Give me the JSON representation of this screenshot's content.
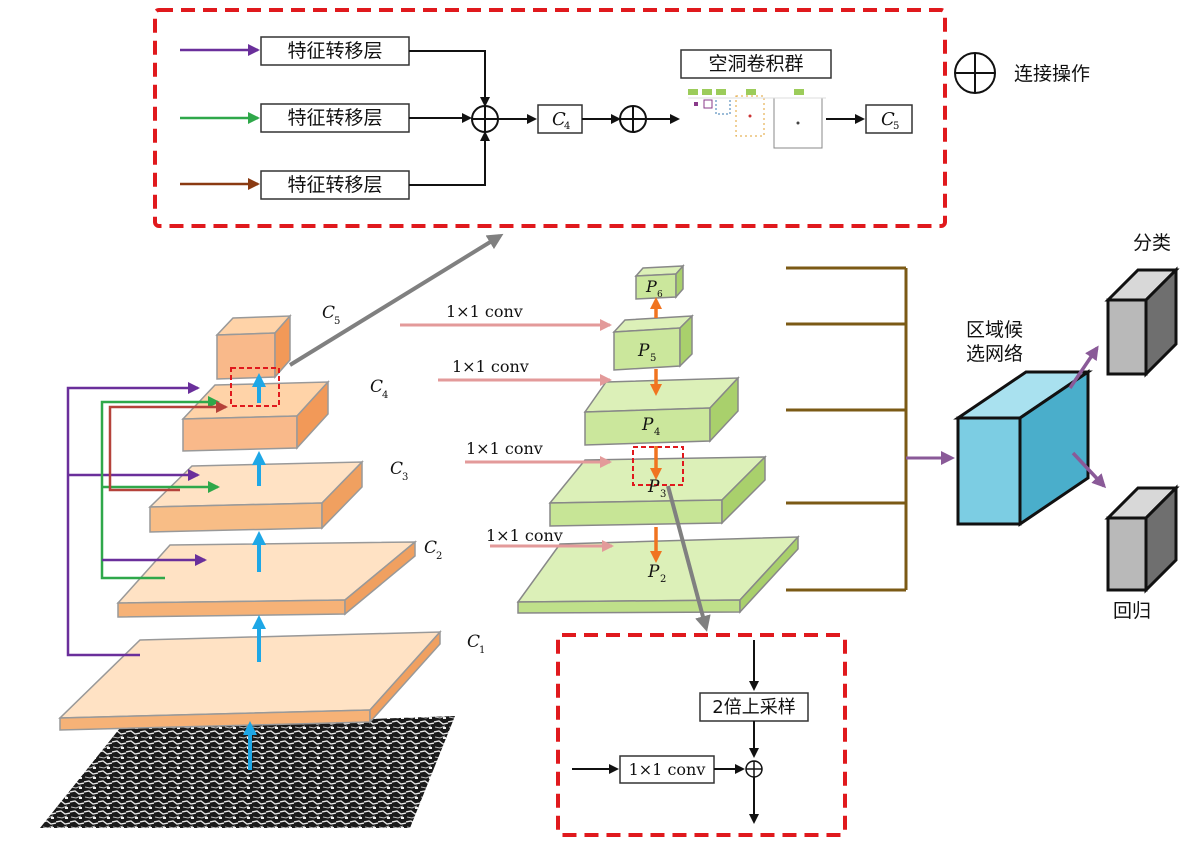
{
  "feature_transfer": {
    "rows": [
      {
        "label": "特征转移层",
        "arrow_color": "#6a2f9b"
      },
      {
        "label": "特征转移层",
        "arrow_color": "#2fa84a"
      },
      {
        "label": "特征转移层",
        "arrow_color": "#8a3a12"
      }
    ],
    "c4_label": "C",
    "c4_sub": "4",
    "dilated_label": "空洞卷积群",
    "c5_label": "C",
    "c5_sub": "5"
  },
  "legend": {
    "concat_label": "连接操作"
  },
  "backbone": {
    "labels": [
      {
        "main": "C",
        "sub": "5"
      },
      {
        "main": "C",
        "sub": "4"
      },
      {
        "main": "C",
        "sub": "3"
      },
      {
        "main": "C",
        "sub": "2"
      },
      {
        "main": "C",
        "sub": "1"
      }
    ]
  },
  "fpn": {
    "conv_labels": [
      "1×1 conv",
      "1×1 conv",
      "1×1 conv",
      "1×1 conv"
    ],
    "p_labels": [
      {
        "main": "P",
        "sub": "6"
      },
      {
        "main": "P",
        "sub": "5"
      },
      {
        "main": "P",
        "sub": "4"
      },
      {
        "main": "P",
        "sub": "3"
      },
      {
        "main": "P",
        "sub": "2"
      }
    ]
  },
  "rpn": {
    "line1": "区域候",
    "line2": "选网络"
  },
  "heads": {
    "classify": "分类",
    "regress": "回归"
  },
  "upsample_box": {
    "upsample_label": "2倍上采样",
    "conv_label": "1×1 conv"
  },
  "colors": {
    "dashed_border": "#e0191d",
    "orange_top": "#ffd0a0",
    "orange_front": "#f8b57a",
    "orange_side": "#f09a55",
    "green_top": "#dcf0b8",
    "green_front": "#cbe79c",
    "green_side": "#a9d06c",
    "blue_front": "#7ccde3",
    "blue_side": "#4aaecb",
    "blue_top": "#a9e1ef",
    "gray_front": "#b9b9b9",
    "gray_side": "#6f6f6f",
    "gray_top": "#d8d8d8",
    "brown_line": "#7b5a15",
    "purple": "#6a2f9b",
    "green": "#2fa84a",
    "red": "#b5423a",
    "cyan": "#1ea7e6",
    "orange_arrow": "#f07420",
    "pink_arrow": "#e39a9a",
    "mauve_arrow": "#8a5a98"
  }
}
